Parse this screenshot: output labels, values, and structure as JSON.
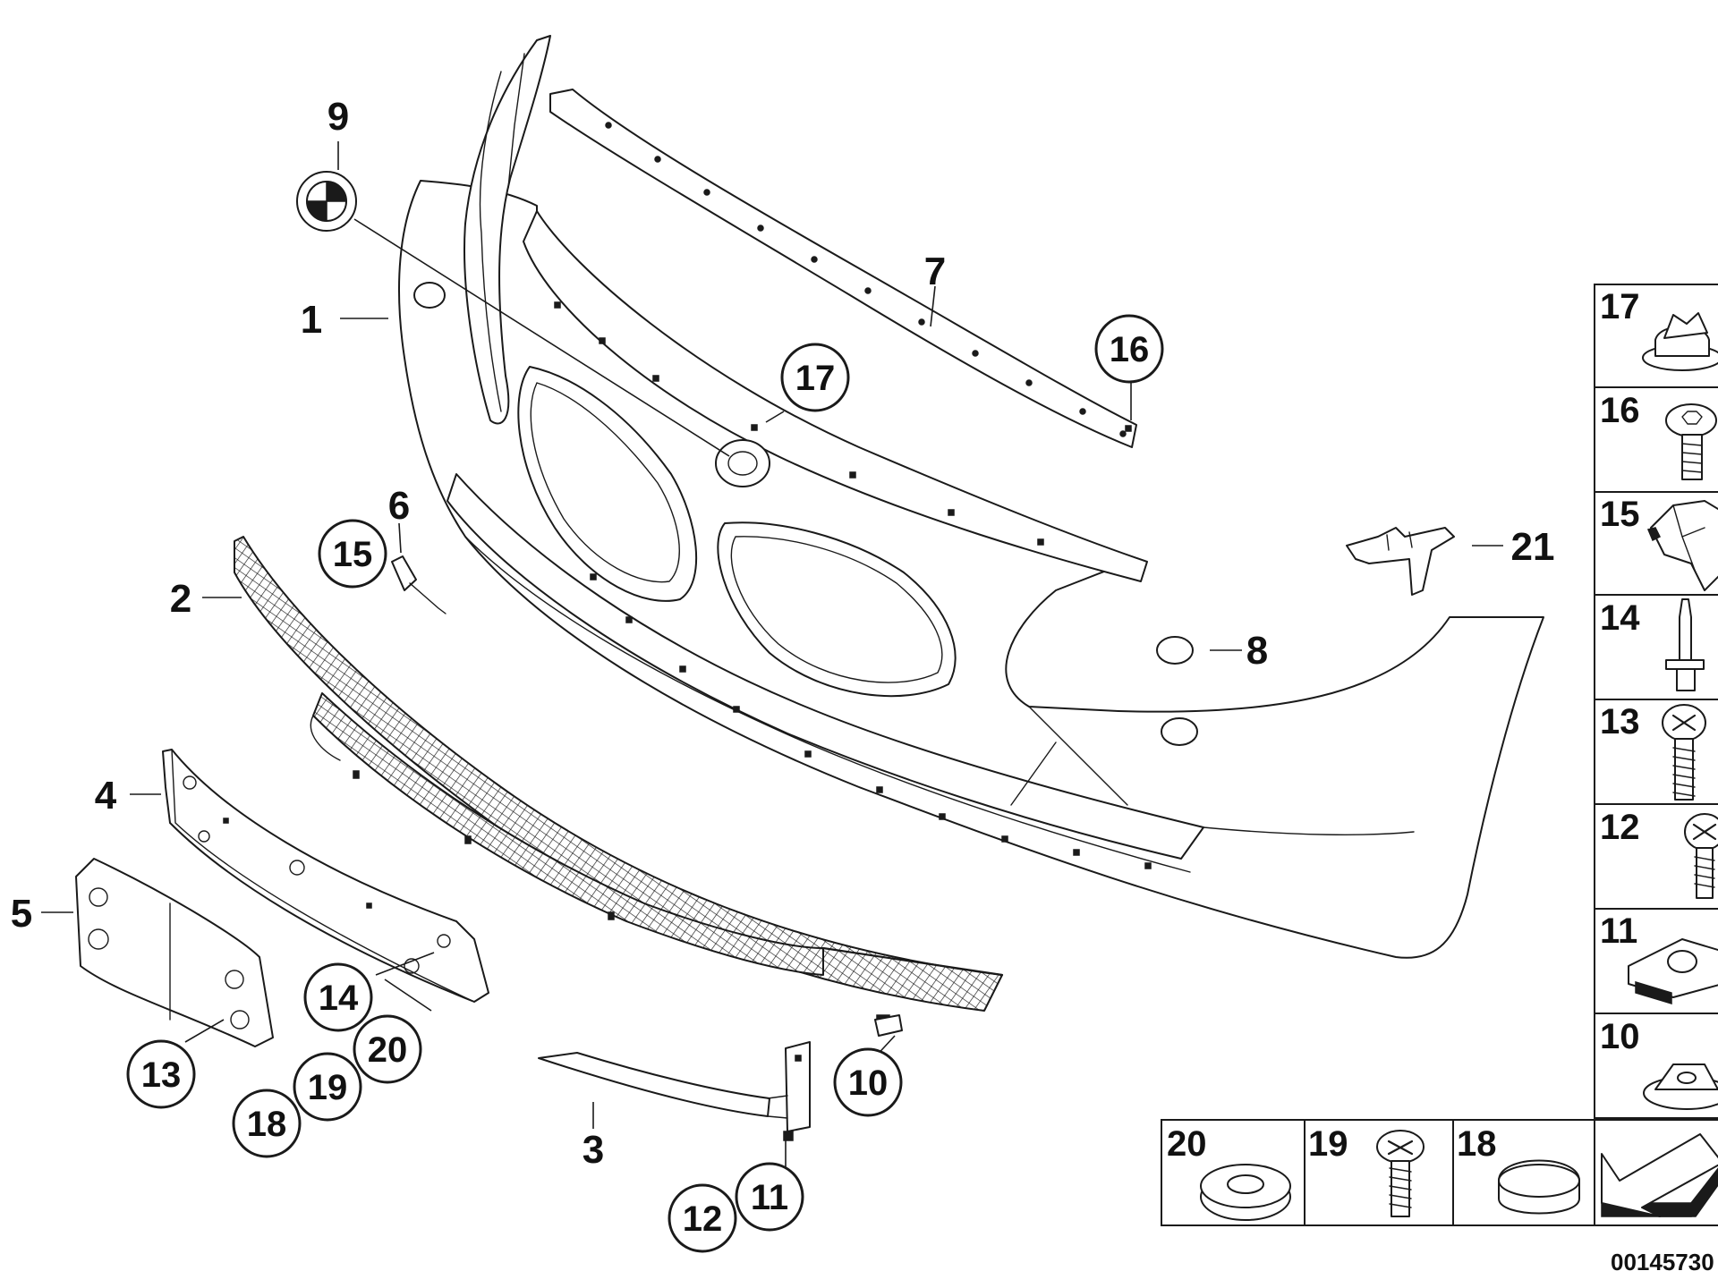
{
  "diagram": {
    "part_labels": [
      "1",
      "2",
      "3",
      "4",
      "5",
      "6",
      "7",
      "8",
      "9",
      "21"
    ],
    "circled_labels": [
      "17",
      "16",
      "15",
      "14",
      "20",
      "13",
      "19",
      "18",
      "10",
      "11",
      "12"
    ],
    "legend_cells": [
      "17",
      "16",
      "15",
      "14",
      "13",
      "12",
      "11",
      "10",
      "20",
      "19",
      "18"
    ],
    "reference_number": "00145730"
  }
}
